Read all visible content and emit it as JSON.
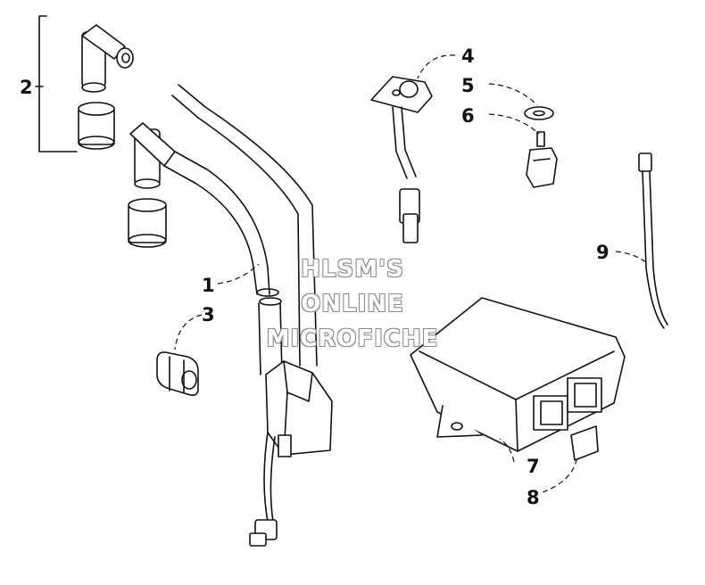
{
  "callouts": {
    "c1": "1",
    "c2": "2",
    "c3": "3",
    "c4": "4",
    "c5": "5",
    "c6": "6",
    "c7": "7",
    "c8": "8",
    "c9": "9"
  },
  "watermark": {
    "line1": "HLSM'S",
    "line2": "ONLINE",
    "line3": "MICROFICHE"
  }
}
